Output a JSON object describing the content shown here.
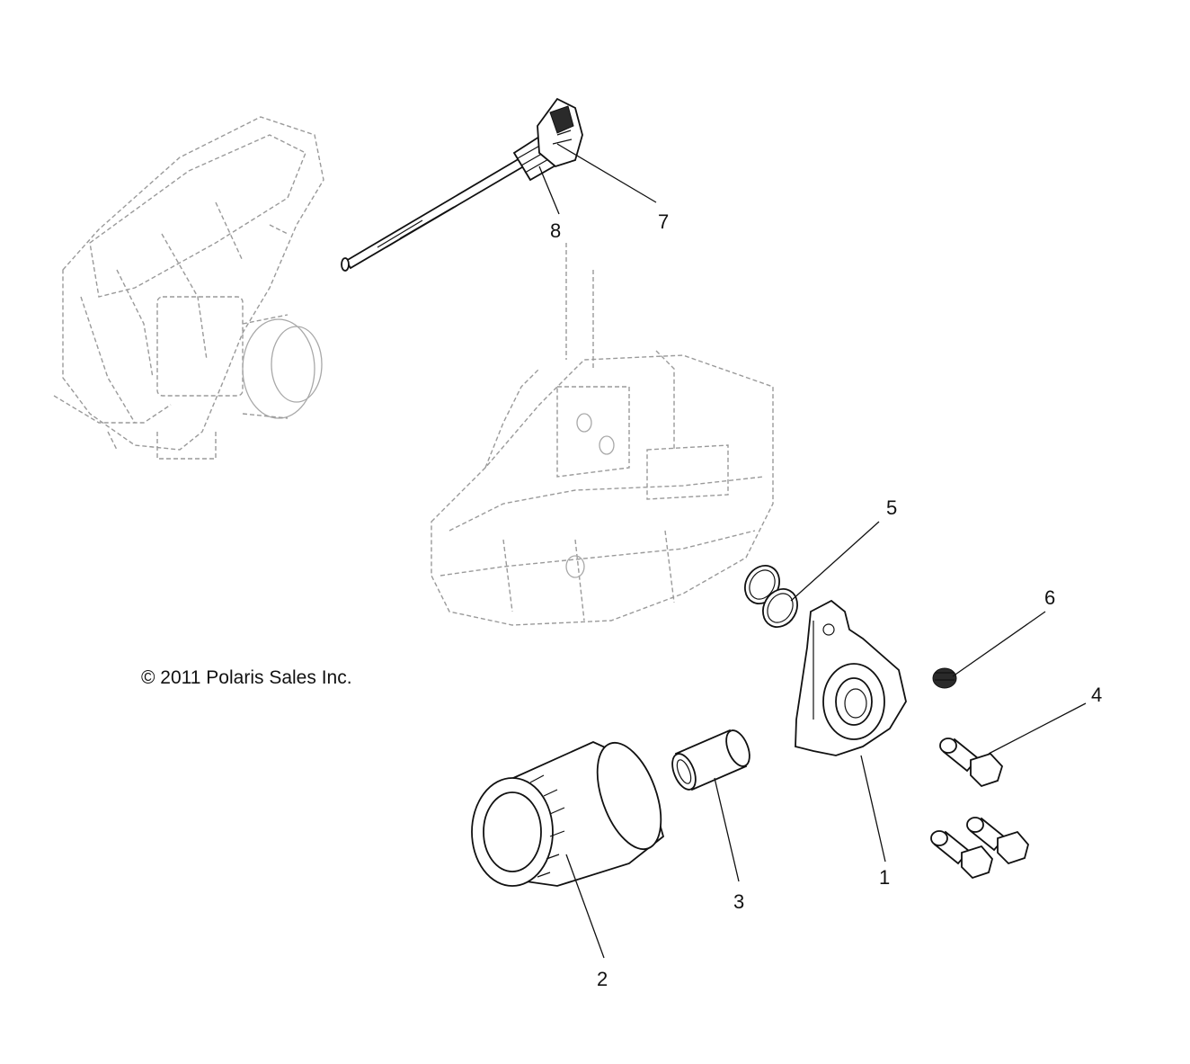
{
  "copyright": "© 2011 Polaris Sales Inc.",
  "callouts": {
    "c1": "1",
    "c2": "2",
    "c3": "3",
    "c4": "4",
    "c5": "5",
    "c6": "6",
    "c7": "7",
    "c8": "8"
  }
}
